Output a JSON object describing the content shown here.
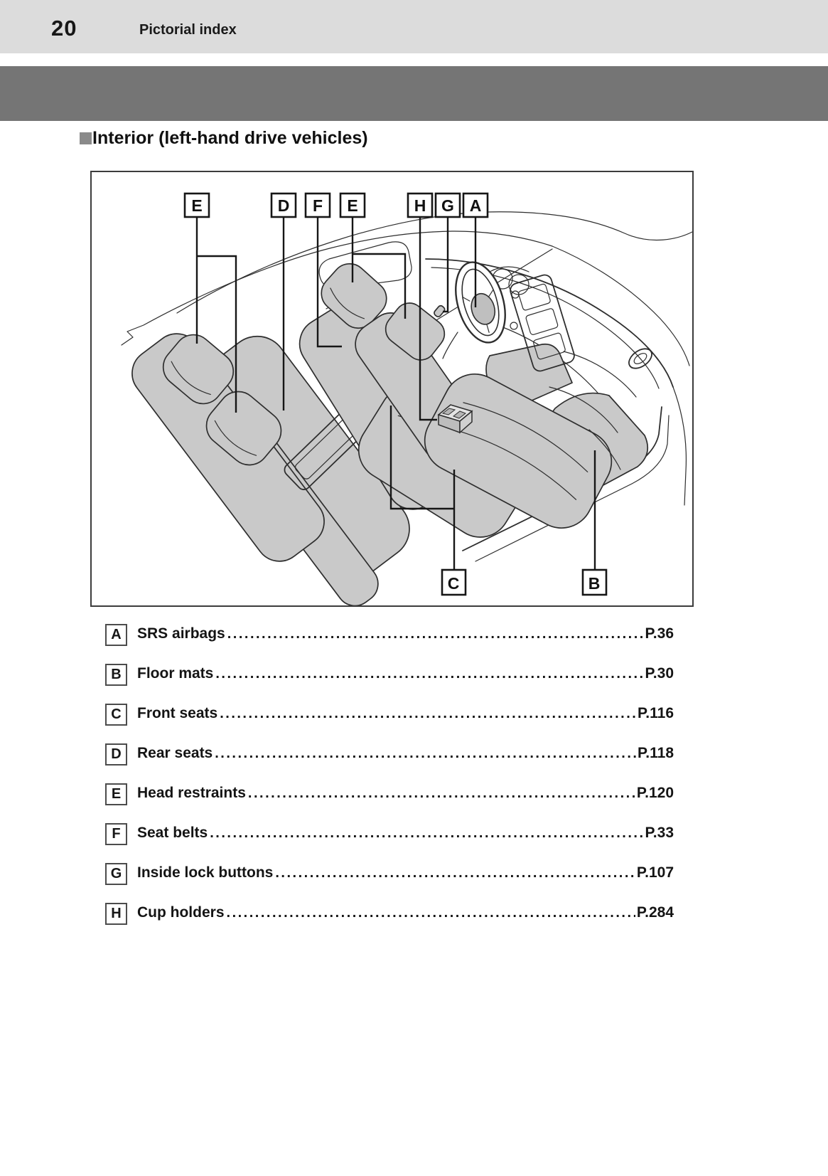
{
  "colors": {
    "header_bar": "#dcdcdc",
    "dark_band": "#757575",
    "heading_bullet": "#8a8a8a",
    "seat_fill": "#c9c9c9",
    "callout_line": "#161616"
  },
  "header": {
    "page_number": "20",
    "section_title": "Pictorial index"
  },
  "heading": {
    "text": "Interior (left-hand drive vehicles)"
  },
  "diagram": {
    "top_callouts": [
      "E",
      "D",
      "F",
      "E",
      "H",
      "G",
      "A"
    ],
    "bottom_callouts": [
      "C",
      "B"
    ]
  },
  "index": {
    "rows": [
      {
        "key": "A",
        "label": "SRS airbags",
        "page": "P.36"
      },
      {
        "key": "B",
        "label": "Floor mats",
        "page": "P.30"
      },
      {
        "key": "C",
        "label": "Front seats",
        "page": "P.116"
      },
      {
        "key": "D",
        "label": "Rear seats",
        "page": "P.118"
      },
      {
        "key": "E",
        "label": "Head restraints",
        "page": "P.120"
      },
      {
        "key": "F",
        "label": "Seat belts",
        "page": "P.33"
      },
      {
        "key": "G",
        "label": "Inside lock buttons",
        "page": "P.107"
      },
      {
        "key": "H",
        "label": "Cup holders",
        "page": "P.284"
      }
    ]
  }
}
